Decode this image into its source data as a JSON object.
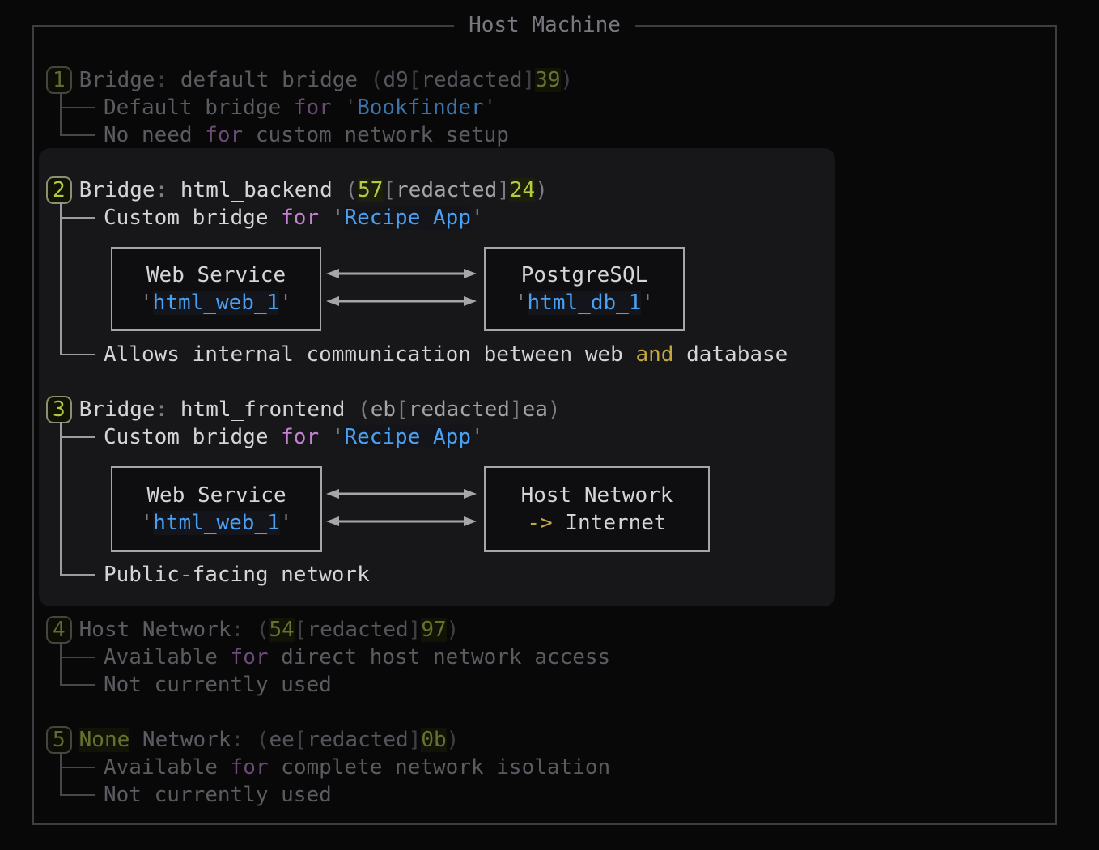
{
  "frame": {
    "title": "Host Machine"
  },
  "colors": {
    "accent_green": "#b3cd43",
    "string_blue": "#4aa0f2",
    "keyword_purple": "#c582d2",
    "operator_gold": "#c4a83f",
    "text_bright": "#d4d5d8",
    "text_dim": "#5a5c61",
    "panel_bg": "#17171a"
  },
  "s1": {
    "number": "1",
    "kind": "Bridge",
    "colon": ": ",
    "name": "default_bridge ",
    "paren_open": "(",
    "id_a": "d9",
    "bracket_open": "[",
    "redacted": "redacted",
    "bracket_close": "]",
    "id_b": "39",
    "paren_close": ")",
    "b1": {
      "t1": "Default bridge ",
      "kw": "for",
      "q1": " '",
      "app": "Bookfinder",
      "q2": "'"
    },
    "b2": {
      "t1": "No need ",
      "kw": "for",
      "t2": " custom network setup"
    }
  },
  "s2": {
    "number": "2",
    "kind": "Bridge",
    "colon": ": ",
    "name": "html_backend ",
    "paren_open": "(",
    "id_a": "57",
    "bracket_open": "[",
    "redacted": "redacted",
    "bracket_close": "]",
    "id_b": "24",
    "paren_close": ")",
    "b1": {
      "t1": "Custom bridge ",
      "kw": "for",
      "q1": " '",
      "app": "Recipe App",
      "q2": "'"
    },
    "web": {
      "title": "Web Service",
      "q1": "'",
      "name": "html_web_1",
      "q2": "'"
    },
    "db": {
      "title": "PostgreSQL",
      "q1": "'",
      "name": "html_db_1",
      "q2": "'"
    },
    "b2": {
      "t1": "Allows internal communication between web ",
      "kw": "and",
      "t2": " database"
    }
  },
  "s3": {
    "number": "3",
    "kind": "Bridge",
    "colon": ": ",
    "name": "html_frontend ",
    "paren_open": "(",
    "id_a": "eb",
    "bracket_open": "[",
    "redacted": "redacted",
    "bracket_close": "]",
    "id_b": "ea",
    "paren_close": ")",
    "b1": {
      "t1": "Custom bridge ",
      "kw": "for",
      "q1": " '",
      "app": "Recipe App",
      "q2": "'"
    },
    "web": {
      "title": "Web Service",
      "q1": "'",
      "name": "html_web_1",
      "q2": "'"
    },
    "host": {
      "title": "Host Network",
      "arrow": "->",
      "label": " Internet"
    },
    "b2": {
      "t1": "Public",
      "dash": "-",
      "t2": "facing network"
    }
  },
  "s4": {
    "number": "4",
    "kind": "Host Network",
    "colon": ": ",
    "paren_open": "(",
    "id_a": "54",
    "bracket_open": "[",
    "redacted": "redacted",
    "bracket_close": "]",
    "id_b": "97",
    "paren_close": ")",
    "b1": {
      "t1": "Available ",
      "kw": "for",
      "t2": " direct host network access"
    },
    "b2": {
      "t1": "Not currently used"
    }
  },
  "s5": {
    "number": "5",
    "none_label": "None",
    "kind": " Network",
    "colon": ": ",
    "paren_open": "(",
    "id_a": "ee",
    "bracket_open": "[",
    "redacted": "redacted",
    "bracket_close": "]",
    "id_b": "0b",
    "paren_close": ")",
    "b1": {
      "t1": "Available ",
      "kw": "for",
      "t2": " complete network isolation"
    },
    "b2": {
      "t1": "Not currently used"
    }
  }
}
